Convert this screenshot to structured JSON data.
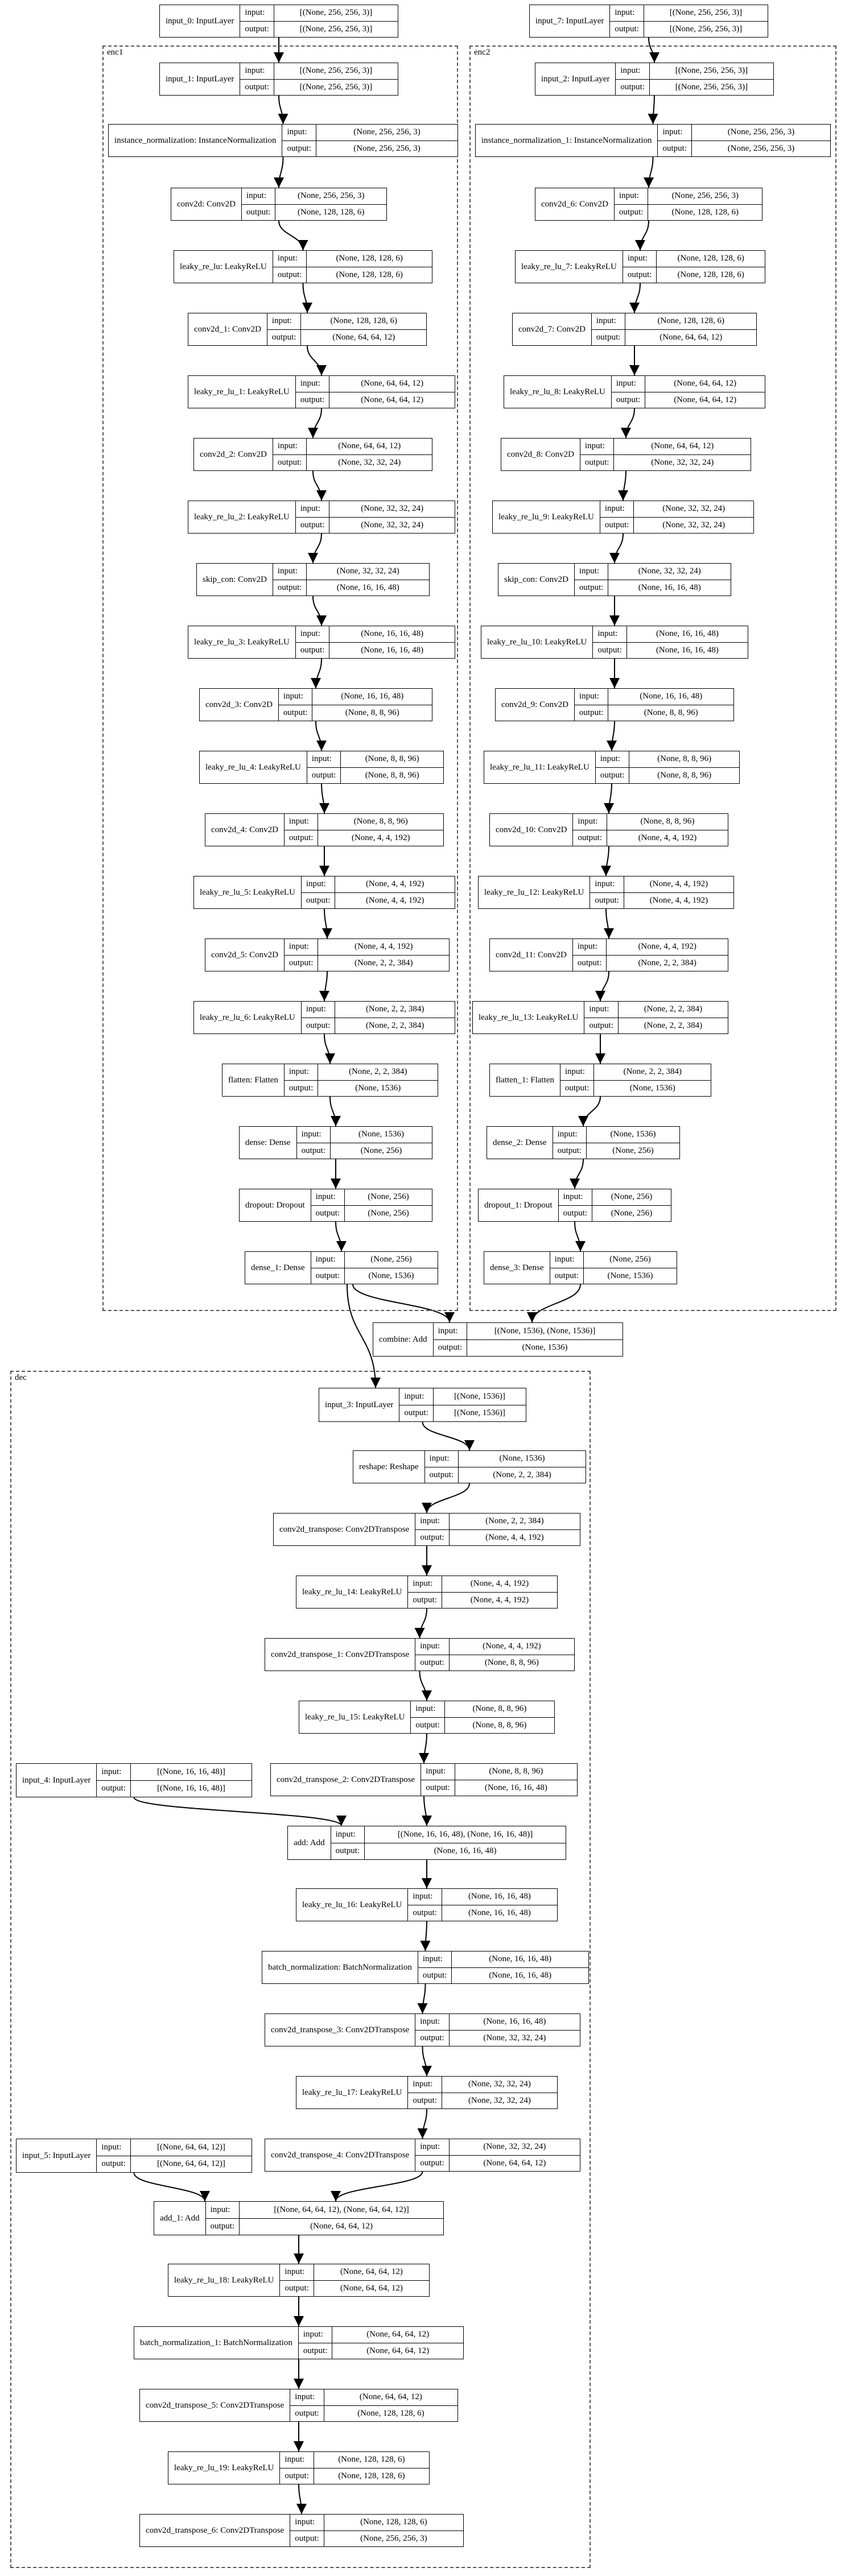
{
  "clusters": {
    "enc1": "enc1",
    "enc2": "enc2",
    "dec": "dec"
  },
  "labels": {
    "input": "input:",
    "output": "output:"
  },
  "nodes": {
    "input_0": {
      "name": "input_0: InputLayer",
      "in": "[(None, 256, 256, 3)]",
      "out": "[(None, 256, 256, 3)]"
    },
    "input_7": {
      "name": "input_7: InputLayer",
      "in": "[(None, 256, 256, 3)]",
      "out": "[(None, 256, 256, 3)]"
    },
    "input_1": {
      "name": "input_1: InputLayer",
      "in": "[(None, 256, 256, 3)]",
      "out": "[(None, 256, 256, 3)]"
    },
    "inorm": {
      "name": "instance_normalization: InstanceNormalization",
      "in": "(None, 256, 256, 3)",
      "out": "(None, 256, 256, 3)"
    },
    "conv2d": {
      "name": "conv2d: Conv2D",
      "in": "(None, 256, 256, 3)",
      "out": "(None, 128, 128, 6)"
    },
    "lrelu": {
      "name": "leaky_re_lu: LeakyReLU",
      "in": "(None, 128, 128, 6)",
      "out": "(None, 128, 128, 6)"
    },
    "conv2d_1": {
      "name": "conv2d_1: Conv2D",
      "in": "(None, 128, 128, 6)",
      "out": "(None, 64, 64, 12)"
    },
    "lrelu_1": {
      "name": "leaky_re_lu_1: LeakyReLU",
      "in": "(None, 64, 64, 12)",
      "out": "(None, 64, 64, 12)"
    },
    "conv2d_2": {
      "name": "conv2d_2: Conv2D",
      "in": "(None, 64, 64, 12)",
      "out": "(None, 32, 32, 24)"
    },
    "lrelu_2": {
      "name": "leaky_re_lu_2: LeakyReLU",
      "in": "(None, 32, 32, 24)",
      "out": "(None, 32, 32, 24)"
    },
    "skip_con": {
      "name": "skip_con: Conv2D",
      "in": "(None, 32, 32, 24)",
      "out": "(None, 16, 16, 48)"
    },
    "lrelu_3": {
      "name": "leaky_re_lu_3: LeakyReLU",
      "in": "(None, 16, 16, 48)",
      "out": "(None, 16, 16, 48)"
    },
    "conv2d_3": {
      "name": "conv2d_3: Conv2D",
      "in": "(None, 16, 16, 48)",
      "out": "(None, 8, 8, 96)"
    },
    "lrelu_4": {
      "name": "leaky_re_lu_4: LeakyReLU",
      "in": "(None, 8, 8, 96)",
      "out": "(None, 8, 8, 96)"
    },
    "conv2d_4": {
      "name": "conv2d_4: Conv2D",
      "in": "(None, 8, 8, 96)",
      "out": "(None, 4, 4, 192)"
    },
    "lrelu_5": {
      "name": "leaky_re_lu_5: LeakyReLU",
      "in": "(None, 4, 4, 192)",
      "out": "(None, 4, 4, 192)"
    },
    "conv2d_5": {
      "name": "conv2d_5: Conv2D",
      "in": "(None, 4, 4, 192)",
      "out": "(None, 2, 2, 384)"
    },
    "lrelu_6": {
      "name": "leaky_re_lu_6: LeakyReLU",
      "in": "(None, 2, 2, 384)",
      "out": "(None, 2, 2, 384)"
    },
    "flatten": {
      "name": "flatten: Flatten",
      "in": "(None, 2, 2, 384)",
      "out": "(None, 1536)"
    },
    "dense": {
      "name": "dense: Dense",
      "in": "(None, 1536)",
      "out": "(None, 256)"
    },
    "dropout": {
      "name": "dropout: Dropout",
      "in": "(None, 256)",
      "out": "(None, 256)"
    },
    "dense_1": {
      "name": "dense_1: Dense",
      "in": "(None, 256)",
      "out": "(None, 1536)"
    },
    "input_2": {
      "name": "input_2: InputLayer",
      "in": "[(None, 256, 256, 3)]",
      "out": "[(None, 256, 256, 3)]"
    },
    "inorm_1": {
      "name": "instance_normalization_1: InstanceNormalization",
      "in": "(None, 256, 256, 3)",
      "out": "(None, 256, 256, 3)"
    },
    "conv2d_6": {
      "name": "conv2d_6: Conv2D",
      "in": "(None, 256, 256, 3)",
      "out": "(None, 128, 128, 6)"
    },
    "lrelu_7": {
      "name": "leaky_re_lu_7: LeakyReLU",
      "in": "(None, 128, 128, 6)",
      "out": "(None, 128, 128, 6)"
    },
    "conv2d_7": {
      "name": "conv2d_7: Conv2D",
      "in": "(None, 128, 128, 6)",
      "out": "(None, 64, 64, 12)"
    },
    "lrelu_8": {
      "name": "leaky_re_lu_8: LeakyReLU",
      "in": "(None, 64, 64, 12)",
      "out": "(None, 64, 64, 12)"
    },
    "conv2d_8": {
      "name": "conv2d_8: Conv2D",
      "in": "(None, 64, 64, 12)",
      "out": "(None, 32, 32, 24)"
    },
    "lrelu_9": {
      "name": "leaky_re_lu_9: LeakyReLU",
      "in": "(None, 32, 32, 24)",
      "out": "(None, 32, 32, 24)"
    },
    "skip_con2": {
      "name": "skip_con: Conv2D",
      "in": "(None, 32, 32, 24)",
      "out": "(None, 16, 16, 48)"
    },
    "lrelu_10": {
      "name": "leaky_re_lu_10: LeakyReLU",
      "in": "(None, 16, 16, 48)",
      "out": "(None, 16, 16, 48)"
    },
    "conv2d_9": {
      "name": "conv2d_9: Conv2D",
      "in": "(None, 16, 16, 48)",
      "out": "(None, 8, 8, 96)"
    },
    "lrelu_11": {
      "name": "leaky_re_lu_11: LeakyReLU",
      "in": "(None, 8, 8, 96)",
      "out": "(None, 8, 8, 96)"
    },
    "conv2d_10": {
      "name": "conv2d_10: Conv2D",
      "in": "(None, 8, 8, 96)",
      "out": "(None, 4, 4, 192)"
    },
    "lrelu_12": {
      "name": "leaky_re_lu_12: LeakyReLU",
      "in": "(None, 4, 4, 192)",
      "out": "(None, 4, 4, 192)"
    },
    "conv2d_11": {
      "name": "conv2d_11: Conv2D",
      "in": "(None, 4, 4, 192)",
      "out": "(None, 2, 2, 384)"
    },
    "lrelu_13": {
      "name": "leaky_re_lu_13: LeakyReLU",
      "in": "(None, 2, 2, 384)",
      "out": "(None, 2, 2, 384)"
    },
    "flatten_1": {
      "name": "flatten_1: Flatten",
      "in": "(None, 2, 2, 384)",
      "out": "(None, 1536)"
    },
    "dense_2": {
      "name": "dense_2: Dense",
      "in": "(None, 1536)",
      "out": "(None, 256)"
    },
    "dropout_1": {
      "name": "dropout_1: Dropout",
      "in": "(None, 256)",
      "out": "(None, 256)"
    },
    "dense_3": {
      "name": "dense_3: Dense",
      "in": "(None, 256)",
      "out": "(None, 1536)"
    },
    "combine": {
      "name": "combine: Add",
      "in": "[(None, 1536), (None, 1536)]",
      "out": "(None, 1536)"
    },
    "input_3": {
      "name": "input_3: InputLayer",
      "in": "[(None, 1536)]",
      "out": "[(None, 1536)]"
    },
    "reshape": {
      "name": "reshape: Reshape",
      "in": "(None, 1536)",
      "out": "(None, 2, 2, 384)"
    },
    "convt": {
      "name": "conv2d_transpose: Conv2DTranspose",
      "in": "(None, 2, 2, 384)",
      "out": "(None, 4, 4, 192)"
    },
    "lrelu_14": {
      "name": "leaky_re_lu_14: LeakyReLU",
      "in": "(None, 4, 4, 192)",
      "out": "(None, 4, 4, 192)"
    },
    "convt_1": {
      "name": "conv2d_transpose_1: Conv2DTranspose",
      "in": "(None, 4, 4, 192)",
      "out": "(None, 8, 8, 96)"
    },
    "lrelu_15": {
      "name": "leaky_re_lu_15: LeakyReLU",
      "in": "(None, 8, 8, 96)",
      "out": "(None, 8, 8, 96)"
    },
    "input_4": {
      "name": "input_4: InputLayer",
      "in": "[(None, 16, 16, 48)]",
      "out": "[(None, 16, 16, 48)]"
    },
    "convt_2": {
      "name": "conv2d_transpose_2: Conv2DTranspose",
      "in": "(None, 8, 8, 96)",
      "out": "(None, 16, 16, 48)"
    },
    "add": {
      "name": "add: Add",
      "in": "[(None, 16, 16, 48), (None, 16, 16, 48)]",
      "out": "(None, 16, 16, 48)"
    },
    "lrelu_16": {
      "name": "leaky_re_lu_16: LeakyReLU",
      "in": "(None, 16, 16, 48)",
      "out": "(None, 16, 16, 48)"
    },
    "bnorm": {
      "name": "batch_normalization: BatchNormalization",
      "in": "(None, 16, 16, 48)",
      "out": "(None, 16, 16, 48)"
    },
    "convt_3": {
      "name": "conv2d_transpose_3: Conv2DTranspose",
      "in": "(None, 16, 16, 48)",
      "out": "(None, 32, 32, 24)"
    },
    "lrelu_17": {
      "name": "leaky_re_lu_17: LeakyReLU",
      "in": "(None, 32, 32, 24)",
      "out": "(None, 32, 32, 24)"
    },
    "input_5": {
      "name": "input_5: InputLayer",
      "in": "[(None, 64, 64, 12)]",
      "out": "[(None, 64, 64, 12)]"
    },
    "convt_4": {
      "name": "conv2d_transpose_4: Conv2DTranspose",
      "in": "(None, 32, 32, 24)",
      "out": "(None, 64, 64, 12)"
    },
    "add_1": {
      "name": "add_1: Add",
      "in": "[(None, 64, 64, 12), (None, 64, 64, 12)]",
      "out": "(None, 64, 64, 12)"
    },
    "lrelu_18": {
      "name": "leaky_re_lu_18: LeakyReLU",
      "in": "(None, 64, 64, 12)",
      "out": "(None, 64, 64, 12)"
    },
    "bnorm_1": {
      "name": "batch_normalization_1: BatchNormalization",
      "in": "(None, 64, 64, 12)",
      "out": "(None, 64, 64, 12)"
    },
    "convt_5": {
      "name": "conv2d_transpose_5: Conv2DTranspose",
      "in": "(None, 64, 64, 12)",
      "out": "(None, 128, 128, 6)"
    },
    "lrelu_19": {
      "name": "leaky_re_lu_19: LeakyReLU",
      "in": "(None, 128, 128, 6)",
      "out": "(None, 128, 128, 6)"
    },
    "convt_6": {
      "name": "conv2d_transpose_6: Conv2DTranspose",
      "in": "(None, 128, 128, 6)",
      "out": "(None, 256, 256, 3)"
    }
  },
  "edges": [
    [
      "input_0",
      "input_1"
    ],
    [
      "input_1",
      "inorm"
    ],
    [
      "inorm",
      "conv2d"
    ],
    [
      "conv2d",
      "lrelu"
    ],
    [
      "lrelu",
      "conv2d_1"
    ],
    [
      "conv2d_1",
      "lrelu_1"
    ],
    [
      "lrelu_1",
      "conv2d_2"
    ],
    [
      "conv2d_2",
      "lrelu_2"
    ],
    [
      "lrelu_2",
      "skip_con"
    ],
    [
      "skip_con",
      "lrelu_3"
    ],
    [
      "lrelu_3",
      "conv2d_3"
    ],
    [
      "conv2d_3",
      "lrelu_4"
    ],
    [
      "lrelu_4",
      "conv2d_4"
    ],
    [
      "conv2d_4",
      "lrelu_5"
    ],
    [
      "lrelu_5",
      "conv2d_5"
    ],
    [
      "conv2d_5",
      "lrelu_6"
    ],
    [
      "lrelu_6",
      "flatten"
    ],
    [
      "flatten",
      "dense"
    ],
    [
      "dense",
      "dropout"
    ],
    [
      "dropout",
      "dense_1"
    ],
    [
      "input_7",
      "input_2"
    ],
    [
      "input_2",
      "inorm_1"
    ],
    [
      "inorm_1",
      "conv2d_6"
    ],
    [
      "conv2d_6",
      "lrelu_7"
    ],
    [
      "lrelu_7",
      "conv2d_7"
    ],
    [
      "conv2d_7",
      "lrelu_8"
    ],
    [
      "lrelu_8",
      "conv2d_8"
    ],
    [
      "conv2d_8",
      "lrelu_9"
    ],
    [
      "lrelu_9",
      "skip_con2"
    ],
    [
      "skip_con2",
      "lrelu_10"
    ],
    [
      "lrelu_10",
      "conv2d_9"
    ],
    [
      "conv2d_9",
      "lrelu_11"
    ],
    [
      "lrelu_11",
      "conv2d_10"
    ],
    [
      "conv2d_10",
      "lrelu_12"
    ],
    [
      "lrelu_12",
      "conv2d_11"
    ],
    [
      "conv2d_11",
      "lrelu_13"
    ],
    [
      "lrelu_13",
      "flatten_1"
    ],
    [
      "flatten_1",
      "dense_2"
    ],
    [
      "dense_2",
      "dropout_1"
    ],
    [
      "dropout_1",
      "dense_3"
    ],
    [
      "dense_1",
      "combine"
    ],
    [
      "dense_3",
      "combine"
    ],
    [
      "dense_1",
      "input_3"
    ],
    [
      "input_3",
      "reshape"
    ],
    [
      "reshape",
      "convt"
    ],
    [
      "convt",
      "lrelu_14"
    ],
    [
      "lrelu_14",
      "convt_1"
    ],
    [
      "convt_1",
      "lrelu_15"
    ],
    [
      "lrelu_15",
      "convt_2"
    ],
    [
      "input_4",
      "add"
    ],
    [
      "convt_2",
      "add"
    ],
    [
      "add",
      "lrelu_16"
    ],
    [
      "lrelu_16",
      "bnorm"
    ],
    [
      "bnorm",
      "convt_3"
    ],
    [
      "convt_3",
      "lrelu_17"
    ],
    [
      "lrelu_17",
      "convt_4"
    ],
    [
      "input_5",
      "add_1"
    ],
    [
      "convt_4",
      "add_1"
    ],
    [
      "add_1",
      "lrelu_18"
    ],
    [
      "lrelu_18",
      "bnorm_1"
    ],
    [
      "bnorm_1",
      "convt_5"
    ],
    [
      "convt_5",
      "lrelu_19"
    ],
    [
      "lrelu_19",
      "convt_6"
    ]
  ]
}
